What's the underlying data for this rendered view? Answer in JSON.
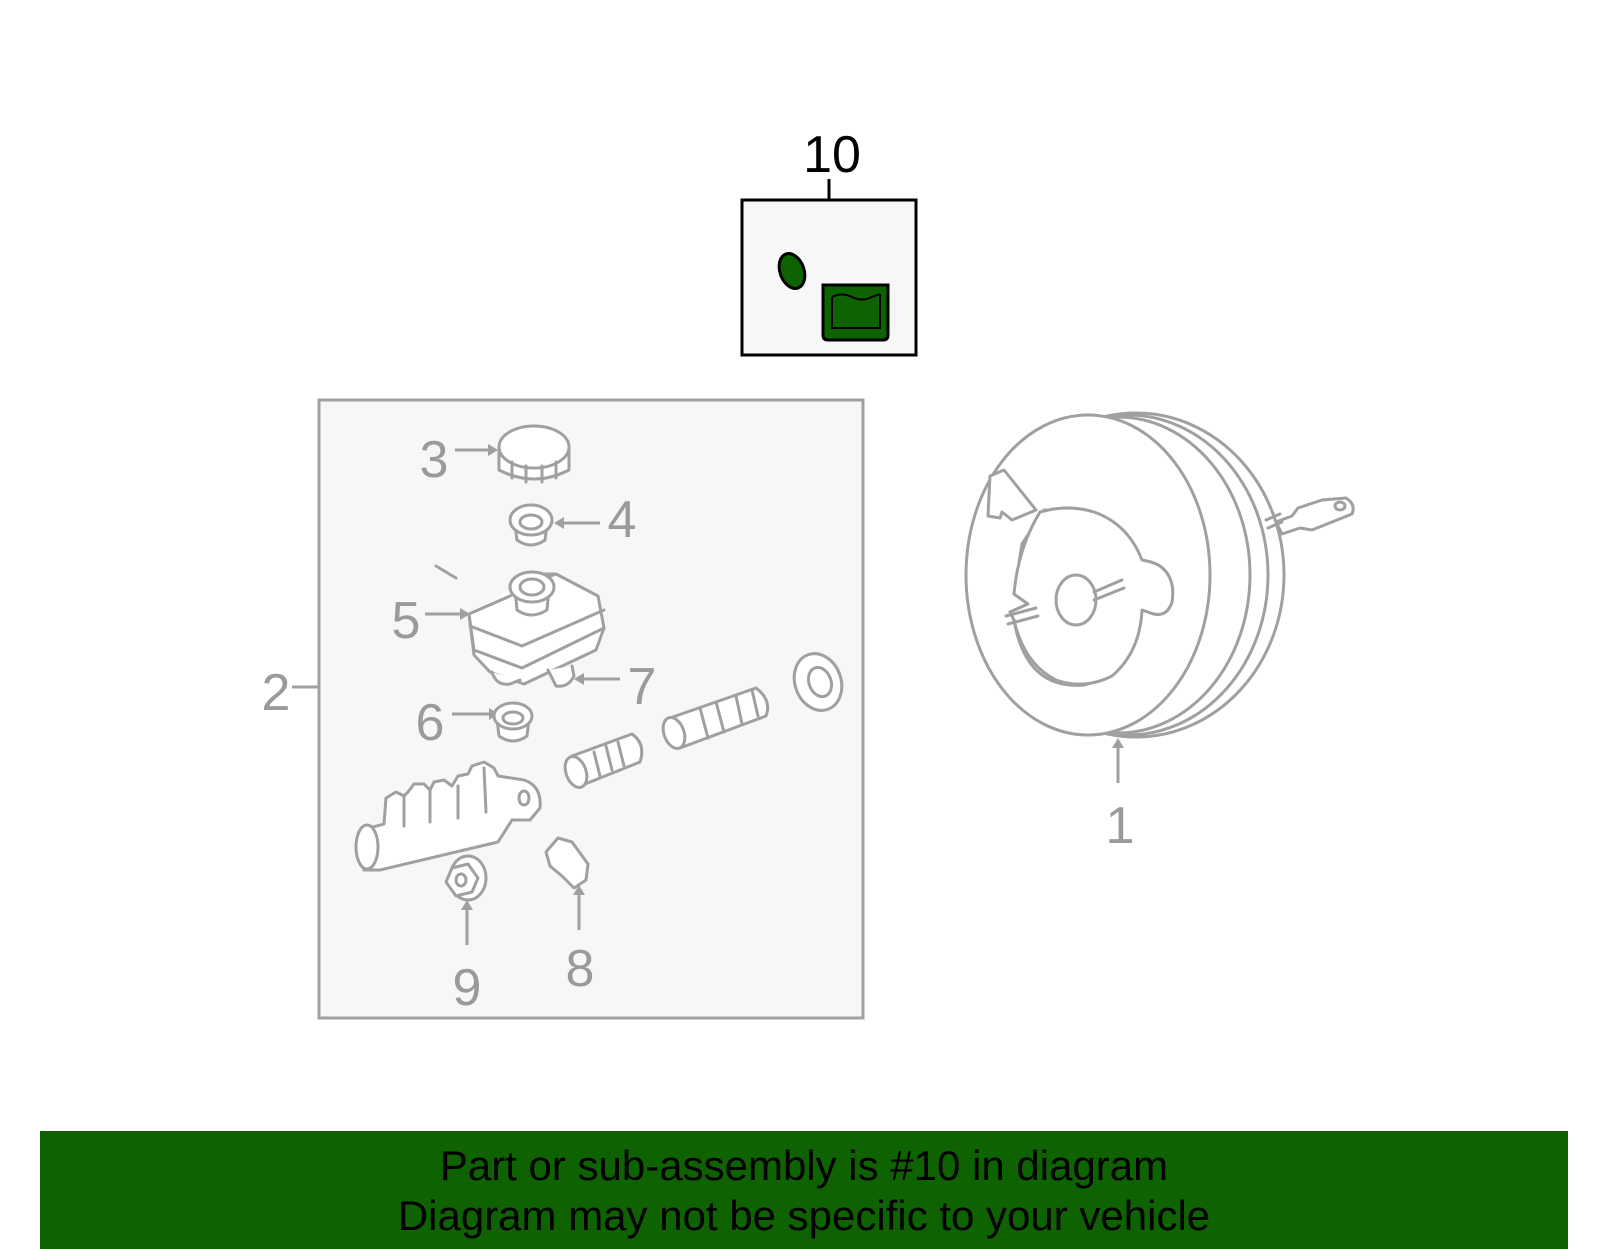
{
  "callouts": {
    "c1": "1",
    "c2": "2",
    "c3": "3",
    "c4": "4",
    "c5": "5",
    "c6": "6",
    "c7": "7",
    "c8": "8",
    "c9": "9",
    "c10": "10"
  },
  "highlighted_part": "10",
  "colors": {
    "highlight_fill": "#0e6300",
    "part_stroke": "#a0a0a0",
    "box_fill": "#f7f7f7",
    "banner_bg": "#0e6300"
  },
  "banner": {
    "line1": "Part or sub-assembly is #10 in diagram",
    "line2": "Diagram may not be specific to your vehicle"
  }
}
